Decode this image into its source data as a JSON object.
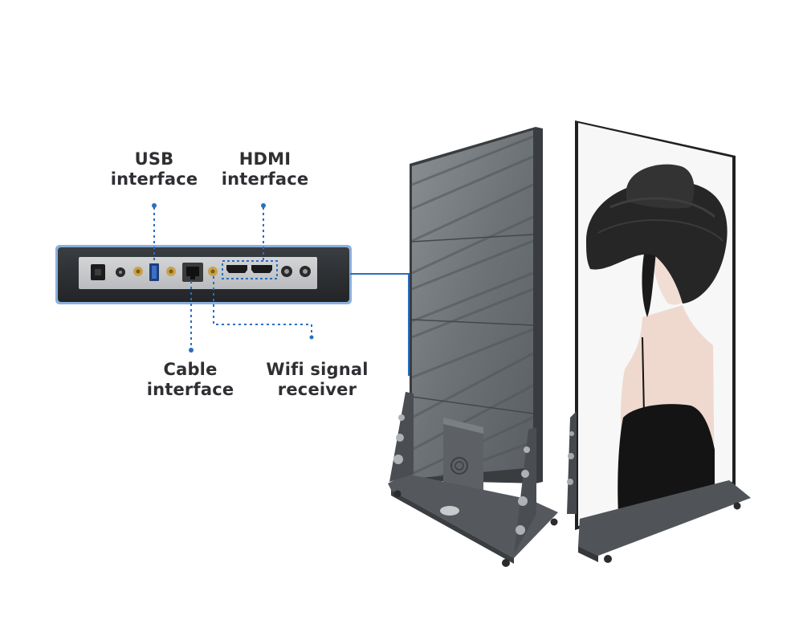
{
  "callouts": {
    "usb": {
      "line1": "USB",
      "line2": "interface"
    },
    "hdmi": {
      "line1": "HDMI",
      "line2": "interface"
    },
    "cable": {
      "line1": "Cable",
      "line2": "interface"
    },
    "wifi": {
      "line1": "Wifi signal",
      "line2": "receiver"
    }
  },
  "colors": {
    "accent_blue": "#2a6fc0",
    "panel_dark": "#2c2f33",
    "panel_plate": "#c9cbcd",
    "cabinet_grey": "#6e7377",
    "screen_bg": "#f7f7f7"
  }
}
